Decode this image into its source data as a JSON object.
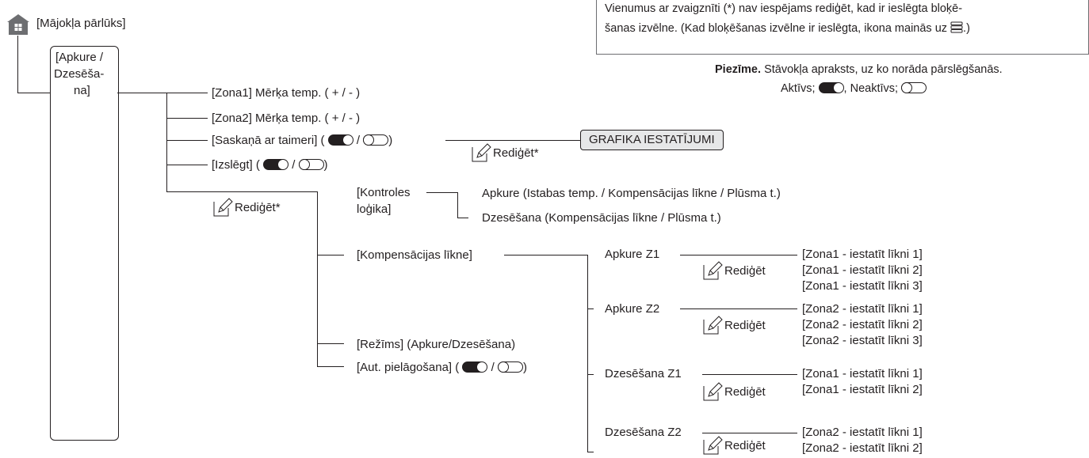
{
  "root": {
    "label": "[Mājokļa pārlūks]",
    "icon": "home-icon"
  },
  "main_box": {
    "label_lines": [
      "[Apkure /",
      "Dzesēša-",
      "na]"
    ]
  },
  "info_box": {
    "line1": "Vienumus ar zvaigznīti (*) nav iespējams rediģēt, kad ir ieslēgta bloķē-",
    "line2": "šanas izvēlne. (Kad bloķēšanas izvēlne ir ieslēgta, ikona mainās uz",
    "line2_end": ".)"
  },
  "note": {
    "prefix": "Piezīme.",
    "line1": "Stāvokļa apraksts, uz ko norāda pārslēgšanās.",
    "active": "Aktīvs;",
    "inactive": "Neaktīvs;",
    "sep": ","
  },
  "branches": {
    "zone1": "[Zona1] Mērķa temp. ( + / - )",
    "zone2": "[Zona2] Mērķa temp. ( + / - )",
    "timer": "[Saskaņā ar taimeri] (",
    "off": "[Izslēgt] (",
    "slash": "/",
    "close": ")",
    "graph_settings": "GRAFIKA IESTATĪJUMI",
    "edit_star": "Rediģēt*",
    "edit": "Rediģēt"
  },
  "logic": {
    "label_line1": "[Kontroles",
    "label_line2": "loģika]",
    "heating": "Apkure (Istabas temp. / Kompensācijas līkne / Plūsma t.)",
    "cooling": "Dzesēšana (Kompensācijas līkne / Plūsma t.)"
  },
  "curve": {
    "label": "[Kompensācijas līkne]",
    "groups": [
      {
        "name": "Apkure Z1",
        "items": [
          "[Zona1 - iestatīt līkni 1]",
          "[Zona1 - iestatīt līkni 2]",
          "[Zona1 - iestatīt līkni 3]"
        ]
      },
      {
        "name": "Apkure Z2",
        "items": [
          "[Zona2 - iestatīt līkni 1]",
          "[Zona2 - iestatīt līkni 2]",
          "[Zona2 - iestatīt līkni 3]"
        ]
      },
      {
        "name": "Dzesēšana Z1",
        "items": [
          "[Zona1 - iestatīt līkni 1]",
          "[Zona1 - iestatīt līkni 2]"
        ]
      },
      {
        "name": "Dzesēšana Z2",
        "items": [
          "[Zona2 - iestatīt līkni 1]",
          "[Zona2 - iestatīt līkni 2]"
        ]
      }
    ]
  },
  "mode": "[Režīms] (Apkure/Dzesēšana)",
  "auto": "[Aut. pielāgošana] ("
}
